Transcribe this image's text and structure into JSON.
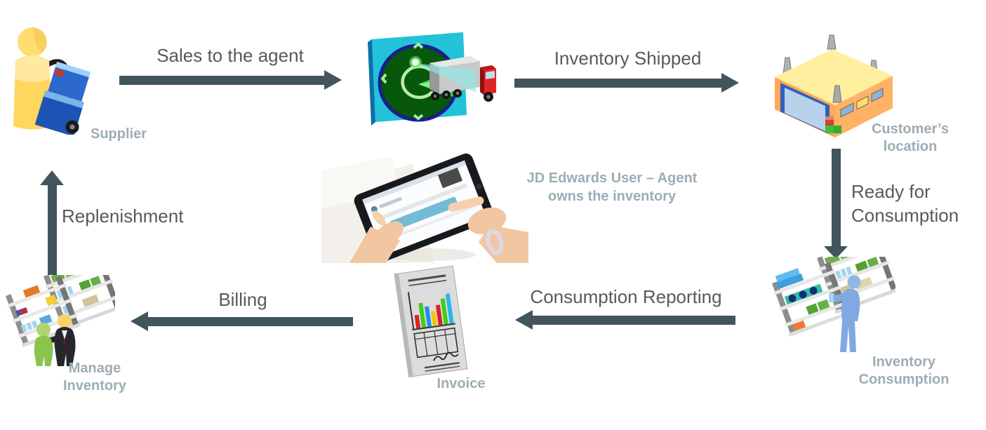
{
  "diagram": {
    "colors": {
      "arrow": "#42545C",
      "flow_label": "#595959",
      "caption": "#9CADB4",
      "background": "#FFFFFF"
    },
    "nodes": {
      "supplier": {
        "icon": "supplier-hand-truck-icon",
        "caption": "Supplier"
      },
      "shipment": {
        "icon": "radar-truck-icon"
      },
      "customer_location": {
        "icon": "warehouse-icon",
        "caption": "Customer’s\nlocation"
      },
      "agent": {
        "icon": "tablet-in-hands-photo",
        "caption": "JD Edwards User – Agent\nowns the inventory"
      },
      "inventory_consumption": {
        "icon": "store-shelves-person-icon",
        "caption": "Inventory\nConsumption"
      },
      "invoice": {
        "icon": "invoice-chart-document-icon",
        "caption": "Invoice"
      },
      "manage_inventory": {
        "icon": "store-shelves-people-icon",
        "caption": "Manage\nInventory"
      }
    },
    "flows": {
      "sales_to_agent": {
        "label": "Sales to the agent",
        "direction": "right",
        "from": "supplier",
        "to": "shipment"
      },
      "inventory_shipped": {
        "label": "Inventory Shipped",
        "direction": "right",
        "from": "shipment",
        "to": "customer_location"
      },
      "ready_for_consumption": {
        "label": "Ready for\nConsumption",
        "direction": "down",
        "from": "customer_location",
        "to": "inventory_consumption"
      },
      "consumption_reporting": {
        "label": "Consumption Reporting",
        "direction": "left",
        "from": "inventory_consumption",
        "to": "invoice"
      },
      "billing": {
        "label": "Billing",
        "direction": "left",
        "from": "invoice",
        "to": "manage_inventory"
      },
      "replenishment": {
        "label": "Replenishment",
        "direction": "up",
        "from": "manage_inventory",
        "to": "supplier"
      }
    }
  }
}
